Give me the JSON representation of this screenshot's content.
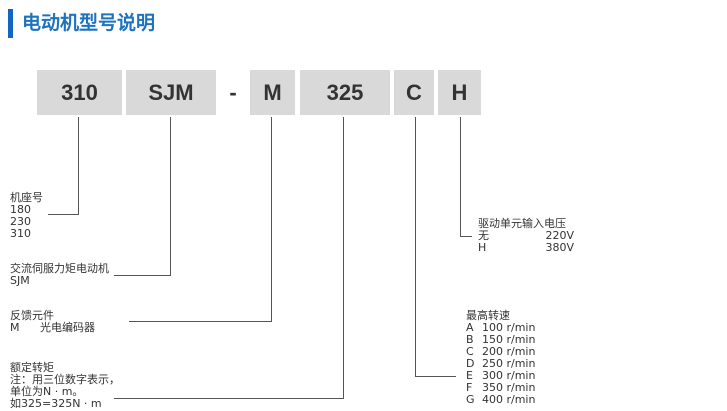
{
  "title": "电动机型号说明",
  "model_codes": [
    "310",
    "SJM",
    "-",
    "M",
    "325",
    "C",
    "H"
  ],
  "frame": {
    "heading": "机座号",
    "values": [
      "180",
      "230",
      "310"
    ]
  },
  "motor_type": {
    "heading": "交流伺服力矩电动机",
    "code": "SJM"
  },
  "feedback": {
    "heading": "反馈元件",
    "code": "M",
    "description": "光电编码器"
  },
  "torque": {
    "heading": "额定转矩",
    "note_lines": [
      "注：用三位数字表示，",
      "单位为N · m。",
      "如325=325N · m"
    ]
  },
  "max_speed": {
    "heading": "最高转速",
    "options": [
      {
        "code": "A",
        "value": "100 r/min"
      },
      {
        "code": "B",
        "value": "150 r/min"
      },
      {
        "code": "C",
        "value": "200 r/min"
      },
      {
        "code": "D",
        "value": "250 r/min"
      },
      {
        "code": "E",
        "value": "300 r/min"
      },
      {
        "code": "F",
        "value": "350 r/min"
      },
      {
        "code": "G",
        "value": "400 r/min"
      }
    ]
  },
  "voltage": {
    "heading": "驱动单元输入电压",
    "options": [
      {
        "code": "无",
        "value": "220V"
      },
      {
        "code": "H",
        "value": "380V"
      }
    ]
  },
  "colors": {
    "accent": "#1565c0",
    "title_text": "#1e73be",
    "box_fill": "#d9d9d9",
    "line": "#555555"
  }
}
